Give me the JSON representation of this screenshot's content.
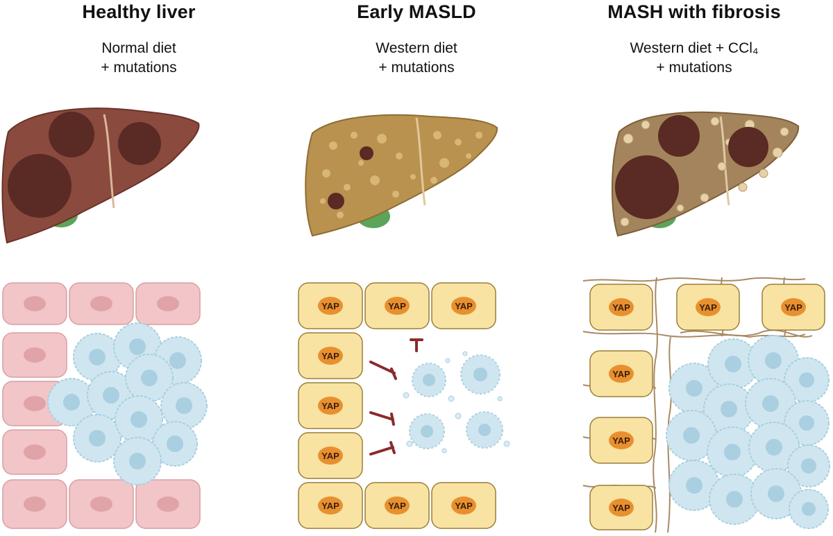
{
  "columns": [
    {
      "title": "Healthy liver",
      "subtitle_lines": [
        "Normal diet",
        "+ mutations"
      ],
      "liver_color": "#8b4a3e",
      "cell_color": "#f2c5c8"
    },
    {
      "title": "Early MASLD",
      "subtitle_lines": [
        "Western diet",
        "+ mutations"
      ],
      "liver_color": "#b9924f",
      "cell_color": "#f8e3a2",
      "cell_label": "YAP"
    },
    {
      "title": "MASH with fibrosis",
      "subtitle_lines": [
        "Western diet + CCl₄",
        "+ mutations"
      ],
      "liver_color": "#a4845c",
      "cell_color": "#f8e3a2",
      "cell_label": "YAP"
    }
  ],
  "colors": {
    "tumor": "#5a2a24",
    "tumor_cell": "#cfe6f0",
    "nucleus_pink": "#e0a3a7",
    "nucleus_yap": "#e8902f",
    "inhibition_arrow": "#8a2b2b",
    "fibrosis": "#9b7548"
  }
}
